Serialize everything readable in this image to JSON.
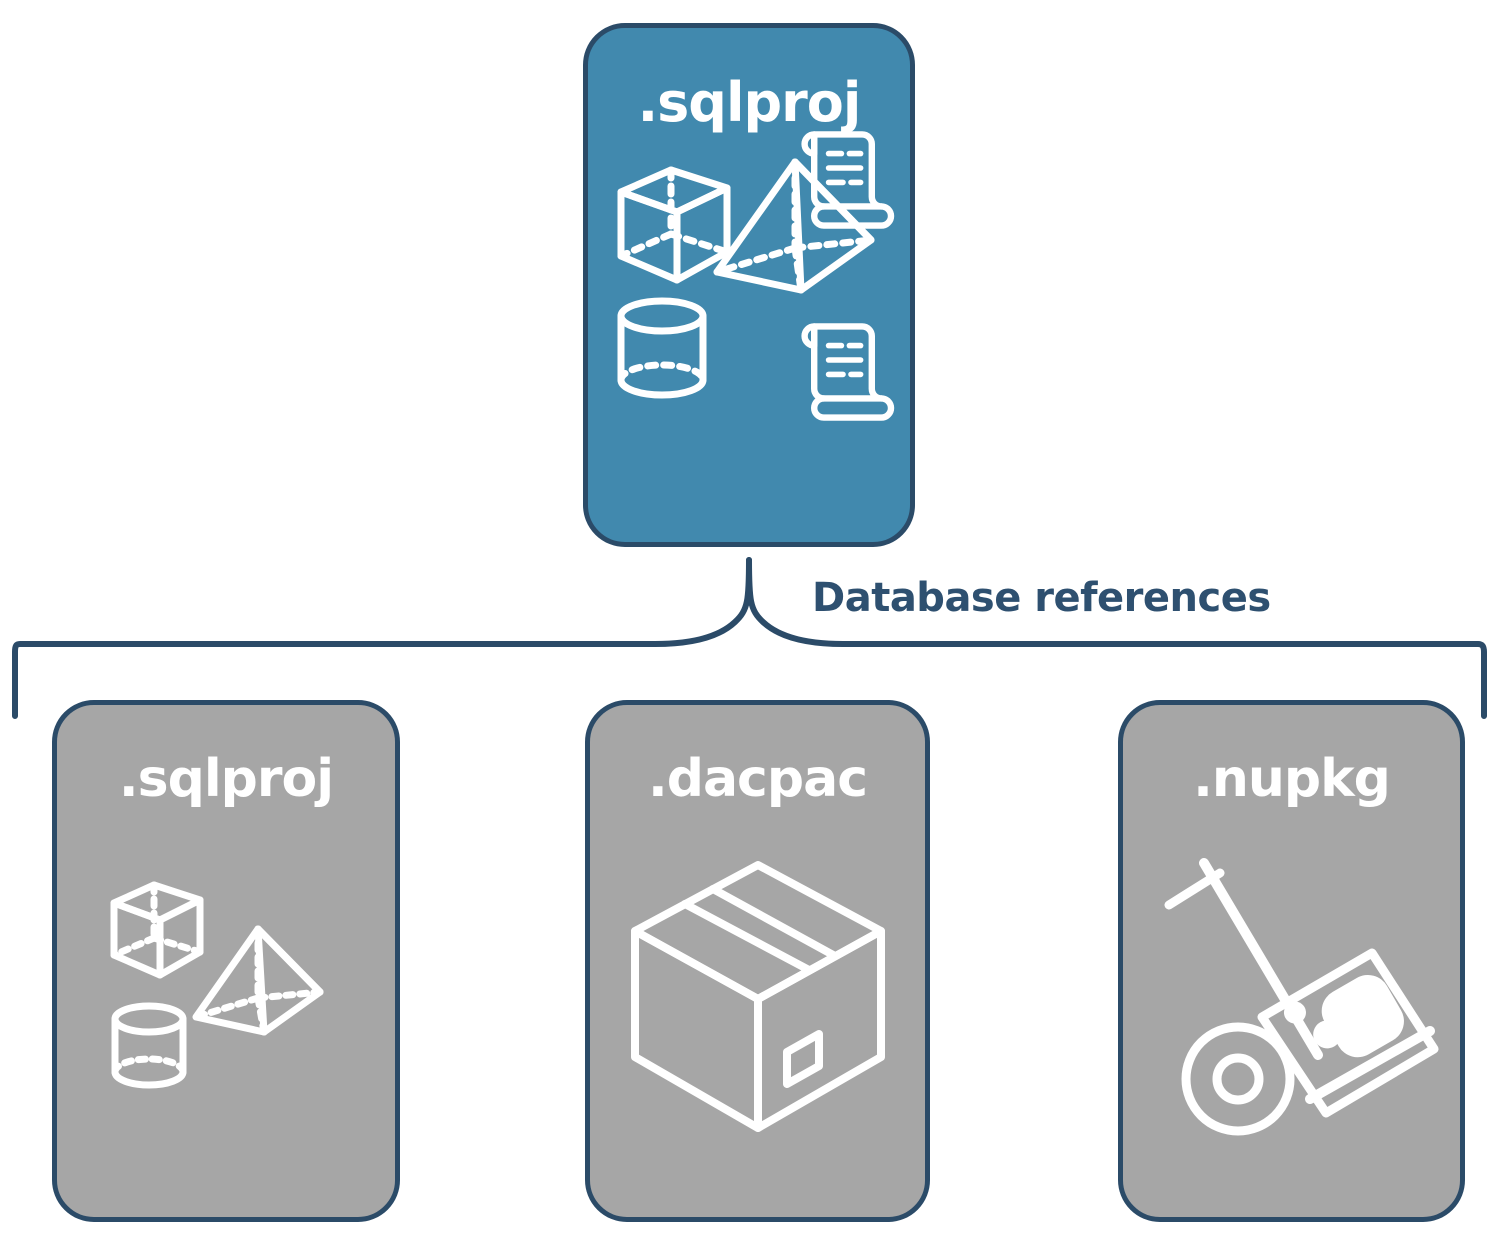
{
  "diagram": {
    "title_text": "Database references",
    "colors": {
      "accent_teal": "#4189AE",
      "node_gray": "#A6A6A6",
      "border_navy": "#2B4B68",
      "label_navy": "#2E5070",
      "icon_white": "#FFFFFF",
      "page_background": "#FFFFFF"
    },
    "root_node": {
      "label": ".sqlproj",
      "fill": "teal",
      "icons": [
        "cube-wireframe-icon",
        "pyramid-wireframe-icon",
        "cylinder-wireframe-icon",
        "script-scroll-icon",
        "script-scroll-icon"
      ]
    },
    "connector": {
      "label": "Database references",
      "type": "curly-brace"
    },
    "child_nodes": [
      {
        "label": ".sqlproj",
        "fill": "gray",
        "icons": [
          "cube-wireframe-icon",
          "pyramid-wireframe-icon",
          "cylinder-wireframe-icon"
        ]
      },
      {
        "label": ".dacpac",
        "fill": "gray",
        "icons": [
          "shipping-box-icon"
        ]
      },
      {
        "label": ".nupkg",
        "fill": "gray",
        "icons": [
          "hand-truck-package-icon"
        ]
      }
    ]
  }
}
